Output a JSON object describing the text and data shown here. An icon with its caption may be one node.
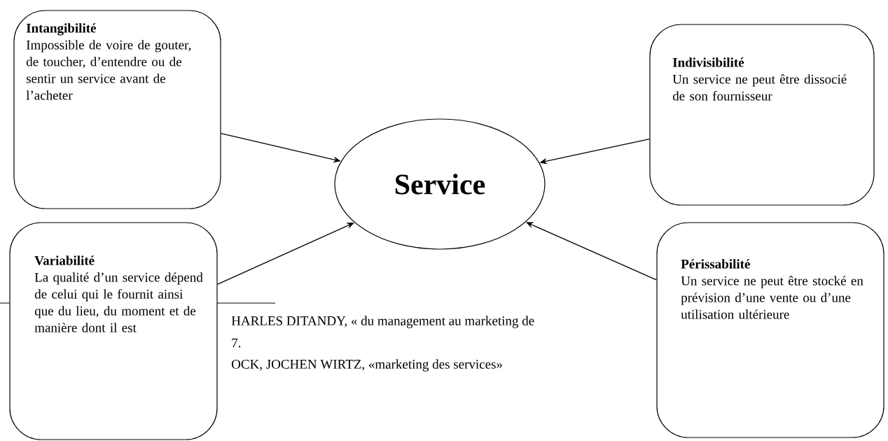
{
  "diagram": {
    "nodes": [
      {
        "text": [
          "Intangibilité",
          "Impossible de voire de gouter, de toucher, d’entendre ou de sentir un service avant de l’acheter"
        ]
      },
      {
        "text": [
          "Indivisibilité",
          "Un service ne peut être dissocié de son fournisseur"
        ]
      },
      {
        "text": [
          "Service"
        ]
      },
      {
        "text": [
          "Variabilité",
          "La qualité d’un service dépend de celui qui le fournit ainsi que du lieu, du moment et de manière dont il est"
        ]
      },
      {
        "text": [
          "Périssabilité",
          "Un service ne peut être stocké en prévision d’une vente ou d’une utilisation ultérieure"
        ]
      }
    ],
    "edges": [
      {
        "from": 0,
        "to": 2,
        "arrow": "to"
      },
      {
        "from": 1,
        "to": 2,
        "arrow": "to"
      },
      {
        "from": 3,
        "to": 2,
        "arrow": "to"
      },
      {
        "from": 4,
        "to": 2,
        "arrow": "to"
      }
    ],
    "labels": [
      "HARLES DITANDY, « du management au marketing de",
      "7.",
      "OCK, JOCHEN WIRTZ, «marketing des services»"
    ]
  }
}
